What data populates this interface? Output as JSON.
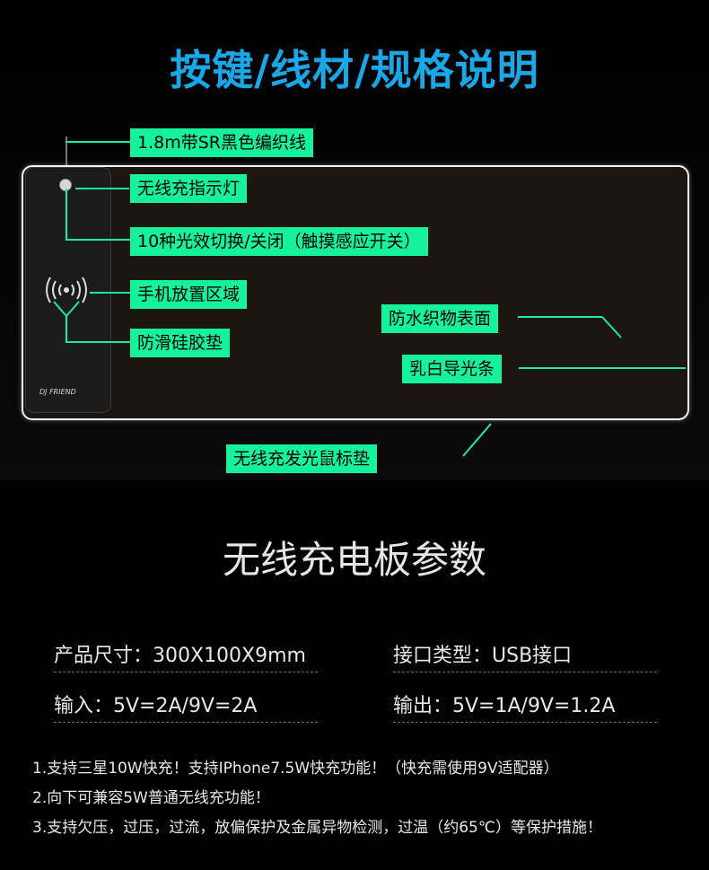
{
  "title": "按键/线材/规格说明",
  "labels": {
    "cable": "1.8m带SR黑色编织线",
    "indicator": "无线充指示灯",
    "switch": "10种光效切换/关闭（触摸感应开关）",
    "phone_area": "手机放置区域",
    "silicone": "防滑硅胶垫",
    "surface": "防水织物表面",
    "light_strip": "乳白导光条",
    "product": "无线充发光鼠标垫"
  },
  "logo_text": "DJ FRIEND",
  "section2": {
    "title": "无线充电板参数",
    "specs": {
      "size": "产品尺寸：300X100X9mm",
      "port": "接口类型：USB接口",
      "input": "输入：5V=2A/9V=2A",
      "output": "输出：5V=1A/9V=1.2A"
    },
    "notes": [
      "1.支持三星10W快充！支持IPhone7.5W快充功能！（快充需使用9V适配器）",
      "2.向下可兼容5W普通无线充功能！",
      "3.支持欠压，过压，过流，放偏保护及金属异物检测，过温（约65℃）等保护措施！"
    ]
  },
  "colors": {
    "title": "#1aa7e8",
    "label_bg": "#14f29c"
  }
}
